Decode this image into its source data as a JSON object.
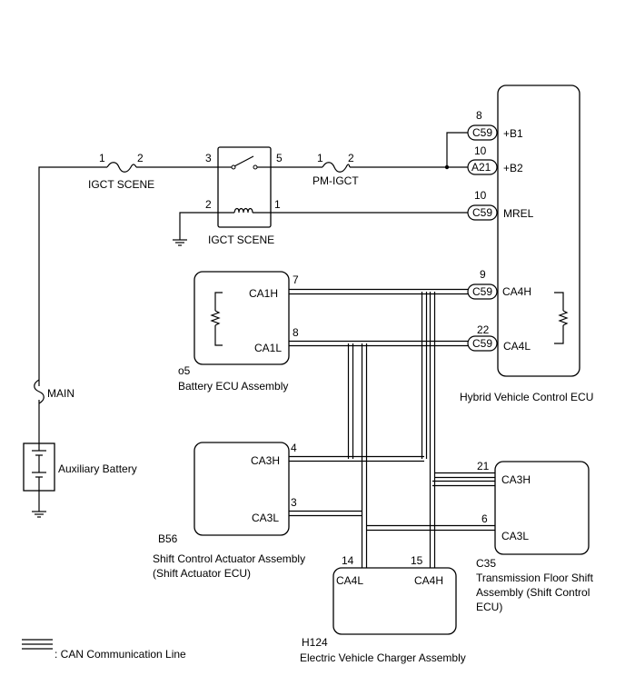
{
  "fuses": {
    "igct_scene": {
      "label": "IGCT SCENE",
      "pin1": "1",
      "pin2": "2"
    },
    "pm_igct": {
      "label": "PM-IGCT",
      "pin1": "1",
      "pin2": "2"
    },
    "main": {
      "label": "MAIN"
    }
  },
  "relay": {
    "label": "IGCT SCENE",
    "pin3": "3",
    "pin5": "5",
    "pin2": "2",
    "pin1": "1"
  },
  "battery": {
    "label": "Auxiliary Battery"
  },
  "hv_ecu": {
    "name": "Hybrid Vehicle Control ECU",
    "pins": [
      {
        "num": "8",
        "conn": "C59",
        "label": "+B1"
      },
      {
        "num": "10",
        "conn": "A21",
        "label": "+B2"
      },
      {
        "num": "10",
        "conn": "C59",
        "label": "MREL"
      },
      {
        "num": "9",
        "conn": "C59",
        "label": "CA4H"
      },
      {
        "num": "22",
        "conn": "C59",
        "label": "CA4L"
      }
    ]
  },
  "battery_ecu": {
    "code": "o5",
    "name": "Battery ECU Assembly",
    "pins": [
      {
        "num": "7",
        "label": "CA1H"
      },
      {
        "num": "8",
        "label": "CA1L"
      }
    ]
  },
  "shift_actuator": {
    "code": "B56",
    "name1": "Shift Control Actuator Assembly",
    "name2": "(Shift Actuator ECU)",
    "pins": [
      {
        "num": "4",
        "label": "CA3H"
      },
      {
        "num": "3",
        "label": "CA3L"
      }
    ]
  },
  "floor_shift": {
    "code": "C35",
    "name1": "Transmission Floor Shift",
    "name2": "Assembly (Shift Control",
    "name3": "ECU)",
    "pins": [
      {
        "num": "21",
        "label": "CA3H"
      },
      {
        "num": "6",
        "label": "CA3L"
      }
    ]
  },
  "charger": {
    "code": "H124",
    "name": "Electric Vehicle Charger Assembly",
    "pins": [
      {
        "num": "14",
        "label": "CA4L"
      },
      {
        "num": "15",
        "label": "CA4H"
      }
    ]
  },
  "legend": {
    "label": ": CAN Communication Line"
  }
}
